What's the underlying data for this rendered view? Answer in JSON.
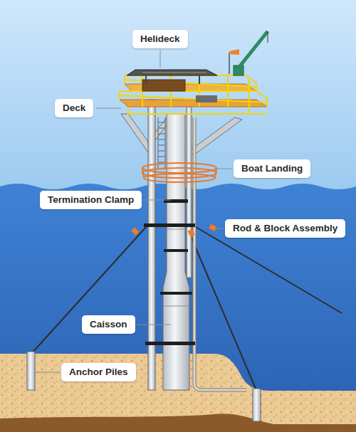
{
  "diagram": {
    "labels": [
      "Helideck",
      "Deck",
      "Boat Landing",
      "Termination Clamp",
      "Rod & Block Assembly",
      "Caisson",
      "Anchor Piles"
    ]
  }
}
